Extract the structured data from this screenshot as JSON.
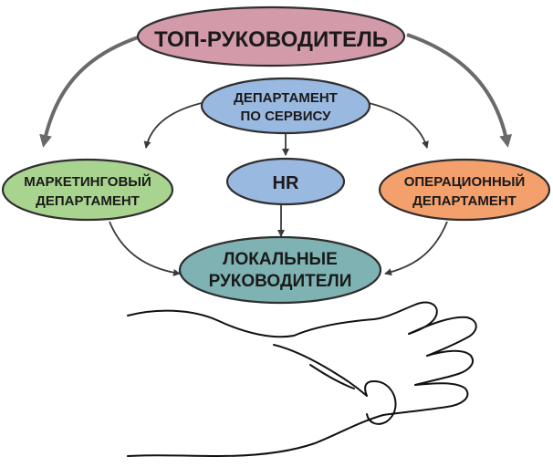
{
  "nodes": {
    "top": {
      "label": "ТОП-РУКОВОДИТЕЛЬ",
      "color": "#d39aa9"
    },
    "service": {
      "line1": "ДЕПАРТАМЕНТ",
      "line2": "ПО СЕРВИСУ",
      "color": "#9ab9e0"
    },
    "marketing": {
      "line1": "МАРКЕТИНГОВЫЙ",
      "line2": "ДЕПАРТАМЕНТ",
      "color": "#a9d48f"
    },
    "hr": {
      "label": "HR",
      "color": "#9ab9e0"
    },
    "operations": {
      "line1": "ОПЕРАЦИОННЫЙ",
      "line2": "ДЕПАРТАМЕНТ",
      "color": "#f4a06c"
    },
    "local": {
      "line1": "ЛОКАЛЬНЫЕ",
      "line2": "РУКОВОДИТЕЛИ",
      "color": "#7fb3b3"
    }
  }
}
